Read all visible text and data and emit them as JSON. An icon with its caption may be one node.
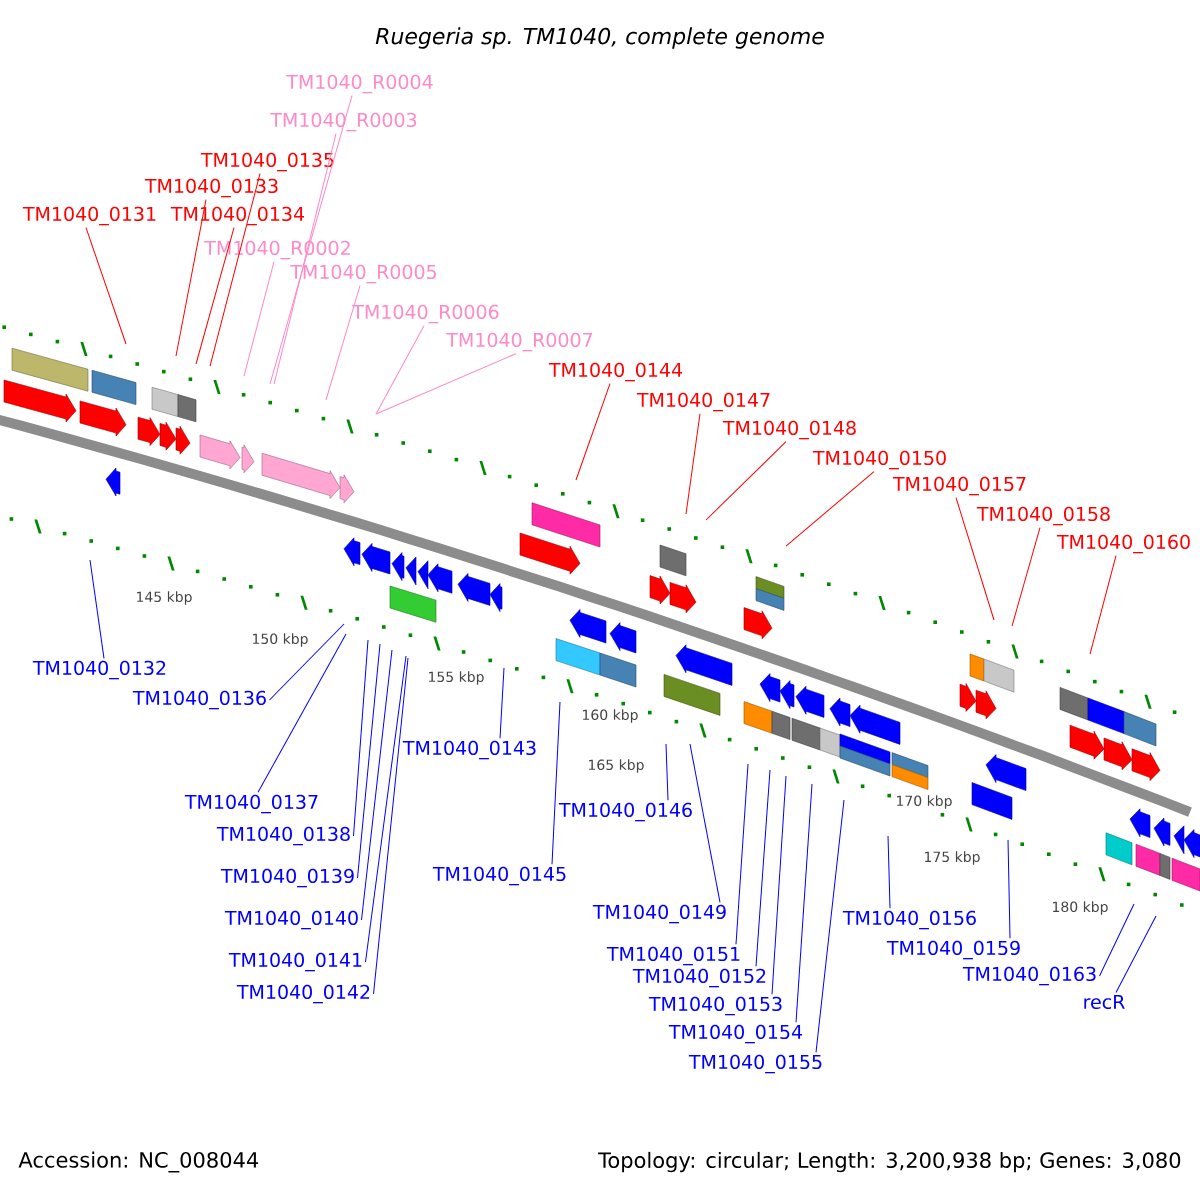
{
  "diagram": {
    "title": "Ruegeria sp. TM1040, complete genome",
    "nodes": [
      {
        "text": [
          "TM1040_R0004"
        ]
      },
      {
        "text": [
          "TM1040_R0003"
        ]
      },
      {
        "text": [
          "TM1040_0135"
        ]
      },
      {
        "text": [
          "TM1040_0133"
        ]
      },
      {
        "text": [
          "TM1040_0131"
        ]
      },
      {
        "text": [
          "TM1040_0134"
        ]
      },
      {
        "text": [
          "TM1040_R0002"
        ]
      },
      {
        "text": [
          "TM1040_R0005"
        ]
      },
      {
        "text": [
          "TM1040_R0006"
        ]
      },
      {
        "text": [
          "TM1040_R0007"
        ]
      },
      {
        "text": [
          "TM1040_0144"
        ]
      },
      {
        "text": [
          "TM1040_0147"
        ]
      },
      {
        "text": [
          "TM1040_0148"
        ]
      },
      {
        "text": [
          "TM1040_0150"
        ]
      },
      {
        "text": [
          "TM1040_0157"
        ]
      },
      {
        "text": [
          "TM1040_0158"
        ]
      },
      {
        "text": [
          "TM1040_0160"
        ]
      },
      {
        "text": [
          "TM1040_0132"
        ]
      },
      {
        "text": [
          "TM1040_0136"
        ]
      },
      {
        "text": [
          "TM1040_0143"
        ]
      },
      {
        "text": [
          "TM1040_0137"
        ]
      },
      {
        "text": [
          "TM1040_0146"
        ]
      },
      {
        "text": [
          "TM1040_0138"
        ]
      },
      {
        "text": [
          "TM1040_0145"
        ]
      },
      {
        "text": [
          "TM1040_0139"
        ]
      },
      {
        "text": [
          "TM1040_0149"
        ]
      },
      {
        "text": [
          "TM1040_0140"
        ]
      },
      {
        "text": [
          "TM1040_0156"
        ]
      },
      {
        "text": [
          "TM1040_0159"
        ]
      },
      {
        "text": [
          "TM1040_0151"
        ]
      },
      {
        "text": [
          "TM1040_0141"
        ]
      },
      {
        "text": [
          "TM1040_0163"
        ]
      },
      {
        "text": [
          "TM1040_0152"
        ]
      },
      {
        "text": [
          "TM1040_0142"
        ]
      },
      {
        "text": [
          "recR"
        ]
      },
      {
        "text": [
          "TM1040_0153"
        ]
      },
      {
        "text": [
          "TM1040_0154"
        ]
      },
      {
        "text": [
          "TM1040_0155"
        ]
      }
    ],
    "edges": [
      {
        "from": 0,
        "to": null,
        "arrow": "none",
        "color": "#ff88c8"
      },
      {
        "from": 1,
        "to": null,
        "arrow": "none",
        "color": "#ff88c8"
      },
      {
        "from": 2,
        "to": null,
        "arrow": "none",
        "color": "#ff0000"
      },
      {
        "from": 3,
        "to": null,
        "arrow": "none",
        "color": "#ff0000"
      },
      {
        "from": 4,
        "to": null,
        "arrow": "none",
        "color": "#ff0000"
      },
      {
        "from": 5,
        "to": null,
        "arrow": "none",
        "color": "#ff0000"
      },
      {
        "from": 6,
        "to": null,
        "arrow": "none",
        "color": "#ff88c8"
      },
      {
        "from": 7,
        "to": null,
        "arrow": "none",
        "color": "#ff88c8"
      },
      {
        "from": 8,
        "to": null,
        "arrow": "none",
        "color": "#ff88c8"
      },
      {
        "from": 9,
        "to": null,
        "arrow": "none",
        "color": "#ff88c8"
      },
      {
        "from": 10,
        "to": null,
        "arrow": "none",
        "color": "#ff0000"
      },
      {
        "from": 11,
        "to": null,
        "arrow": "none",
        "color": "#ff0000"
      },
      {
        "from": 12,
        "to": null,
        "arrow": "none",
        "color": "#ff0000"
      },
      {
        "from": 13,
        "to": null,
        "arrow": "none",
        "color": "#ff0000"
      },
      {
        "from": 14,
        "to": null,
        "arrow": "none",
        "color": "#ff0000"
      },
      {
        "from": 15,
        "to": null,
        "arrow": "none",
        "color": "#ff0000"
      },
      {
        "from": 16,
        "to": null,
        "arrow": "none",
        "color": "#ff0000"
      },
      {
        "from": 17,
        "to": null,
        "arrow": "none"
      },
      {
        "from": 18,
        "to": null,
        "arrow": "none"
      },
      {
        "from": 19,
        "to": null,
        "arrow": "none"
      },
      {
        "from": 20,
        "to": null,
        "arrow": "none"
      },
      {
        "from": 21,
        "to": null,
        "arrow": "none"
      },
      {
        "from": 22,
        "to": null,
        "arrow": "none"
      },
      {
        "from": 23,
        "to": null,
        "arrow": "none"
      },
      {
        "from": 24,
        "to": null,
        "arrow": "none"
      },
      {
        "from": 25,
        "to": null,
        "arrow": "none"
      },
      {
        "from": 26,
        "to": null,
        "arrow": "none"
      },
      {
        "from": 27,
        "to": null,
        "arrow": "none"
      },
      {
        "from": 28,
        "to": null,
        "arrow": "none"
      },
      {
        "from": 29,
        "to": null,
        "arrow": "none"
      },
      {
        "from": 30,
        "to": null,
        "arrow": "none"
      },
      {
        "from": 31,
        "to": null,
        "arrow": "none"
      },
      {
        "from": 32,
        "to": null,
        "arrow": "none"
      },
      {
        "from": 33,
        "to": null,
        "arrow": "none"
      },
      {
        "from": 34,
        "to": null,
        "arrow": "none"
      },
      {
        "from": 35,
        "to": null,
        "arrow": "none"
      },
      {
        "from": 36,
        "to": null,
        "arrow": "none"
      },
      {
        "from": 37,
        "to": null,
        "arrow": "none"
      }
    ],
    "labels": [
      "145 kbp",
      "150 kbp",
      "155 kbp",
      "160 kbp",
      "165 kbp",
      "170 kbp",
      "175 kbp",
      "180 kbp",
      "Accession: NC_008044",
      "Topology: circular; Length: 3,200,938 bp; Genes: 3,080"
    ]
  }
}
